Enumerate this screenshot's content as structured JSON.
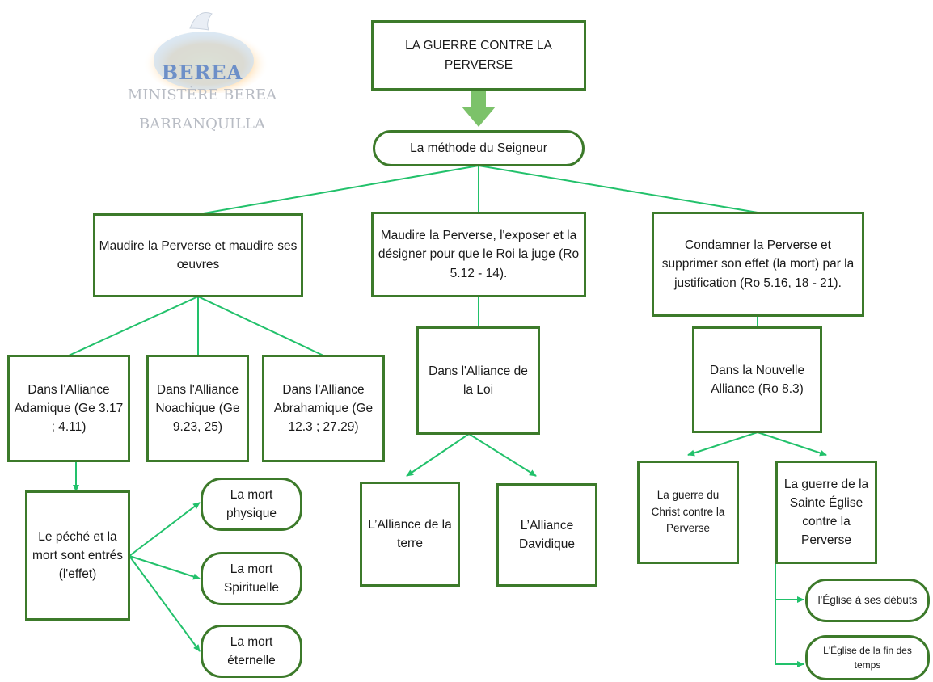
{
  "logo": {
    "brand": "BEREA",
    "line1": "MINISTÈRE BEREA",
    "line2": "BARRANQUILLA"
  },
  "colors": {
    "box_border": "#3c7a2a",
    "connector": "#22c16b",
    "big_arrow": "#7cc26a"
  },
  "nodes": {
    "title": "LA GUERRE CONTRE LA PERVERSE",
    "method": "La méthode du Seigneur",
    "branch1": "Maudire la Perverse et maudire ses œuvres",
    "branch2": "Maudire la Perverse, l'exposer et la désigner pour que le Roi la juge (Ro 5.12 - 14).",
    "branch3": "Condamner la Perverse et supprimer son effet (la mort) par la justification (Ro 5.16, 18 - 21).",
    "adamique": "Dans l'Alliance Adamique (Ge 3.17 ; 4.11)",
    "noachique": "Dans l'Alliance Noachique (Ge 9.23, 25)",
    "abrahamique": "Dans l'Alliance Abrahamique (Ge 12.3 ; 27.29)",
    "loi": "Dans l'Alliance de la Loi",
    "nouvelle": "Dans la Nouvelle Alliance (Ro 8.3)",
    "peche": "Le péché et la mort sont entrés (l'effet)",
    "mort_physique": "La mort physique",
    "mort_spirituelle": "La mort Spirituelle",
    "mort_eternelle": "La mort éternelle",
    "alliance_terre": "L’Alliance de la terre",
    "alliance_davidique": "L’Alliance Davidique",
    "guerre_christ": "La guerre du Christ contre la Perverse",
    "guerre_eglise": "La guerre de la Sainte Église contre la Perverse",
    "eglise_debuts": "l'Église à ses débuts",
    "eglise_fin": "L'Église de la fin des temps"
  }
}
